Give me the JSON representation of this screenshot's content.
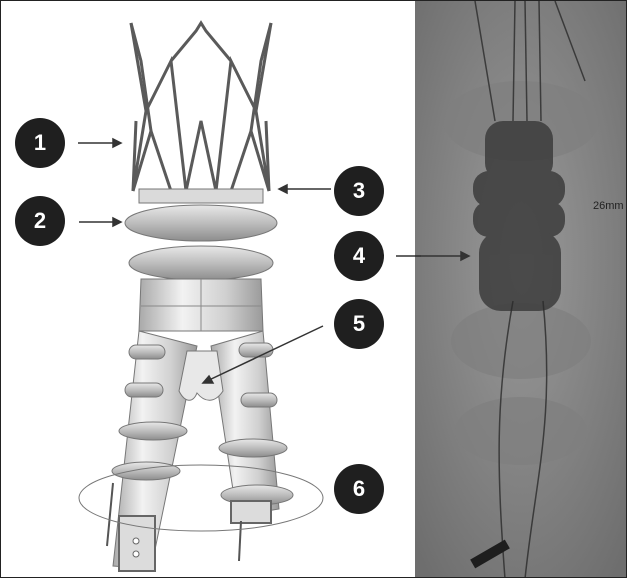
{
  "callouts": [
    {
      "number": "1"
    },
    {
      "number": "2"
    },
    {
      "number": "3"
    },
    {
      "number": "4"
    },
    {
      "number": "5"
    },
    {
      "number": "6"
    }
  ],
  "measurement_label": "26mm",
  "colors": {
    "marker_fill": "#1f1f1f",
    "marker_text": "#ffffff",
    "xray_background": "#8a8a8a",
    "device_gray": "#bfbfbf"
  }
}
